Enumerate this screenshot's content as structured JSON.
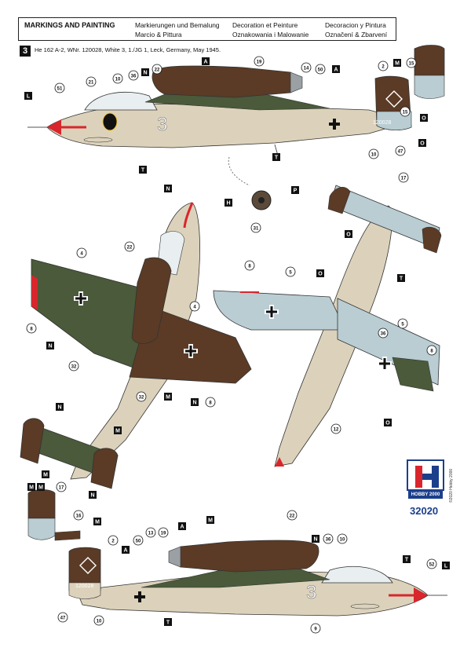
{
  "header": {
    "title": "MARKINGS AND PAINTING",
    "col1": [
      "Markierungen und Bemalung",
      "Marcio & Pittura"
    ],
    "col2": [
      "Decoration et Peinture",
      "Oznakowania i Malowanie"
    ],
    "col3": [
      "Decoracion y Pintura",
      "Označení & Zbarvení"
    ]
  },
  "sheet_number": "3",
  "caption": "He 162 A-2, WNr. 120028, White 3, 1./JG 1, Leck, Germany, May 1945.",
  "colors": {
    "brown": "#5b3b26",
    "green": "#4a5a3a",
    "sand": "#dcd2bb",
    "light_blue": "#b9cdd3",
    "red": "#d8262c",
    "brand_blue": "#1b3f8b"
  },
  "aircraft": {
    "top_side_code": "3",
    "top_tail_serial": "120028",
    "bottom_side_code": "3",
    "bottom_tail_serial": "120028"
  },
  "callouts_top_profile": [
    "L",
    "51",
    "21",
    "10",
    "36",
    "N",
    "22",
    "A",
    "19",
    "14",
    "50",
    "A",
    "2",
    "M",
    "15",
    "15",
    "O",
    "O",
    "47",
    "10",
    "T",
    "T"
  ],
  "callouts_detail": [
    "H",
    "P",
    "31"
  ],
  "callouts_plan_top": [
    "N",
    "22",
    "4",
    "8",
    "N",
    "32",
    "4",
    "32",
    "M",
    "N",
    "8",
    "N",
    "M",
    "M",
    "M",
    "17",
    "N"
  ],
  "callouts_plan_bottom": [
    "17",
    "O",
    "8",
    "5",
    "O",
    "T",
    "5",
    "36",
    "8",
    "12",
    "O"
  ],
  "callouts_bottom_profile": [
    "M",
    "16",
    "M",
    "2",
    "50",
    "13",
    "19",
    "A",
    "M",
    "22",
    "N",
    "36",
    "10",
    "T",
    "L",
    "52",
    "A",
    "47",
    "10",
    "T",
    "9"
  ],
  "logo": {
    "bar_text": "HOBBY 2000",
    "kit_number": "32020",
    "copyright": "©2020 Hobby 2000"
  }
}
